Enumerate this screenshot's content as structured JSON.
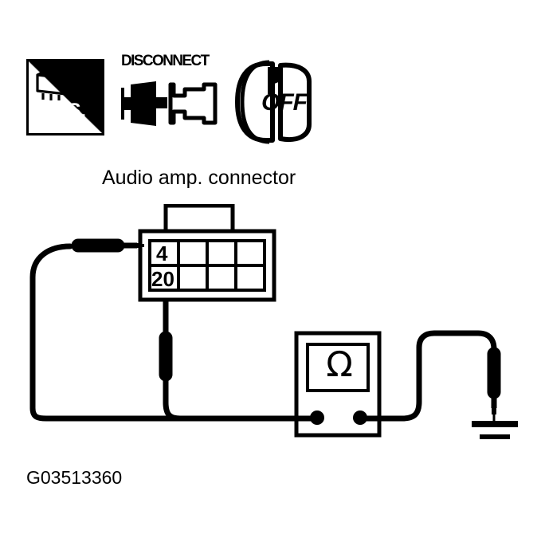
{
  "figure": {
    "caption": "G03513360",
    "connector_title": "Audio amp. connector"
  },
  "symbols": [
    {
      "name": "hand-scanner",
      "label": "H.S.",
      "icon": "connector-box-icon"
    },
    {
      "name": "disconnect",
      "label": "DISCONNECT",
      "icon": "split-connector-icon"
    },
    {
      "name": "ignition-off",
      "label": "OFF",
      "icon": "ignition-key-icon"
    }
  ],
  "connector": {
    "title": "Audio amp. connector",
    "rows": 2,
    "columns": 4,
    "pins": [
      {
        "row": 0,
        "col": 0,
        "number": "4"
      },
      {
        "row": 1,
        "col": 0,
        "number": "20"
      }
    ]
  },
  "meter": {
    "name": "ohmmeter",
    "display_symbol": "Ω",
    "terminals": [
      {
        "name": "left-terminal"
      },
      {
        "name": "right-terminal"
      }
    ]
  },
  "probes": [
    {
      "name": "probe-pin-4",
      "connects_to": "4"
    },
    {
      "name": "probe-pin-20",
      "connects_to": "20"
    },
    {
      "name": "probe-ground",
      "connects_to": "ground"
    }
  ],
  "colors": {
    "ink": "#000000",
    "background": "#ffffff"
  }
}
